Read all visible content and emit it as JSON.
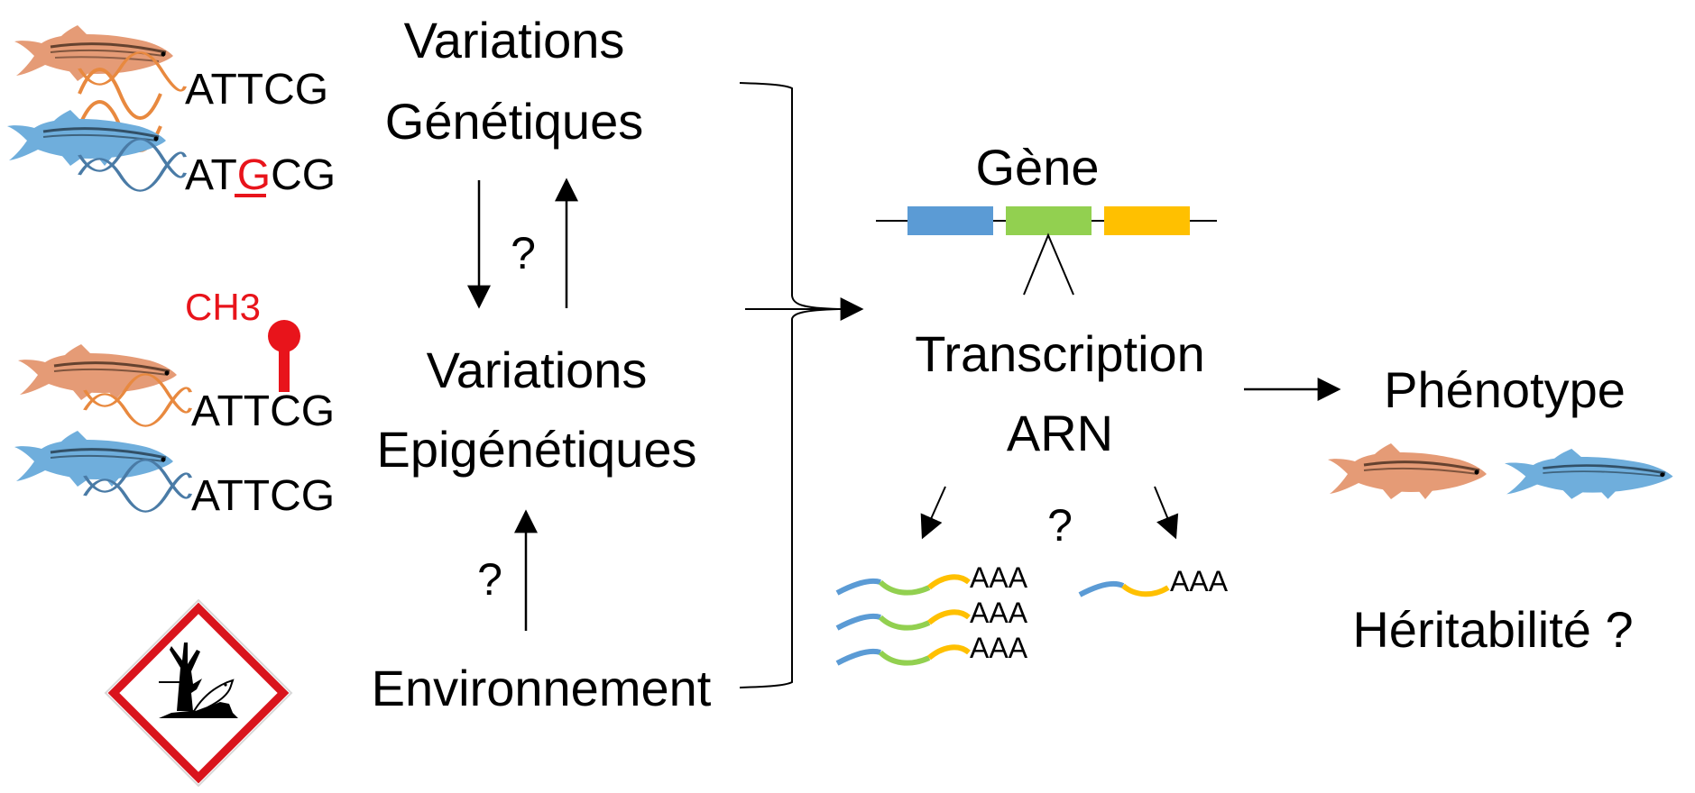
{
  "colors": {
    "orange": "#E8893F",
    "blue": "#4A7BA6",
    "light_blue": "#5B9BD5",
    "green": "#92D050",
    "yellow": "#FFC000",
    "red": "#E8141B",
    "fish_orange_body": "#E59B76",
    "fish_blue_body": "#6FAEDC",
    "text": "#000000"
  },
  "genetic": {
    "title_line1": "Variations",
    "title_line2": "Génétiques",
    "seq_a": "ATTCG",
    "seq_b_parts": [
      "AT",
      "G",
      "CG"
    ]
  },
  "epigenetic": {
    "title_line1": "Variations",
    "title_line2": "Epigénétiques",
    "methyl_label": "CH3",
    "seq_a": "ATTCG",
    "seq_b": "ATTCG"
  },
  "question_marks": {
    "gen_epi": "?",
    "env_epi": "?",
    "splicing": "?"
  },
  "environment": {
    "label": "Environnement",
    "icon": "environmental-hazard-pictogram"
  },
  "gene": {
    "label": "Gène",
    "exons": [
      "exon-1-blue",
      "exon-2-green",
      "exon-3-yellow"
    ]
  },
  "transcription": {
    "line1": "Transcription",
    "line2": "ARN"
  },
  "transcripts": {
    "polyA": "AAA",
    "left_group": [
      "blue-green-yellow",
      "blue-green-yellow",
      "blue-green-yellow"
    ],
    "right_group": [
      "blue-yellow"
    ]
  },
  "phenotype": {
    "label": "Phénotype"
  },
  "heritability": {
    "label": "Héritabilité ?"
  }
}
